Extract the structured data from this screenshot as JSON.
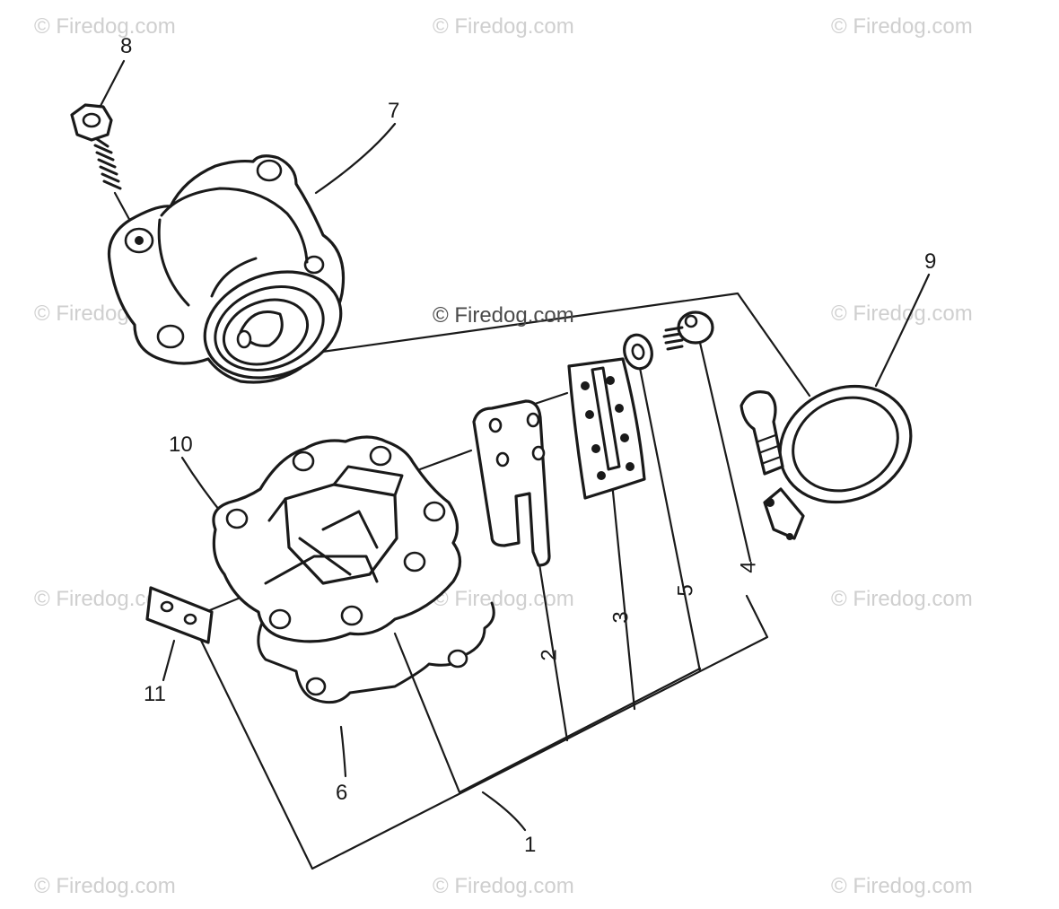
{
  "watermark": {
    "text": "© Firedog.com",
    "center_text": "© Firedog.com"
  },
  "callouts": {
    "c1": "1",
    "c2": "2",
    "c3": "3",
    "c4": "4",
    "c5": "5",
    "c6": "6",
    "c7": "7",
    "c8": "8",
    "c9": "9",
    "c10": "10",
    "c11": "11"
  }
}
